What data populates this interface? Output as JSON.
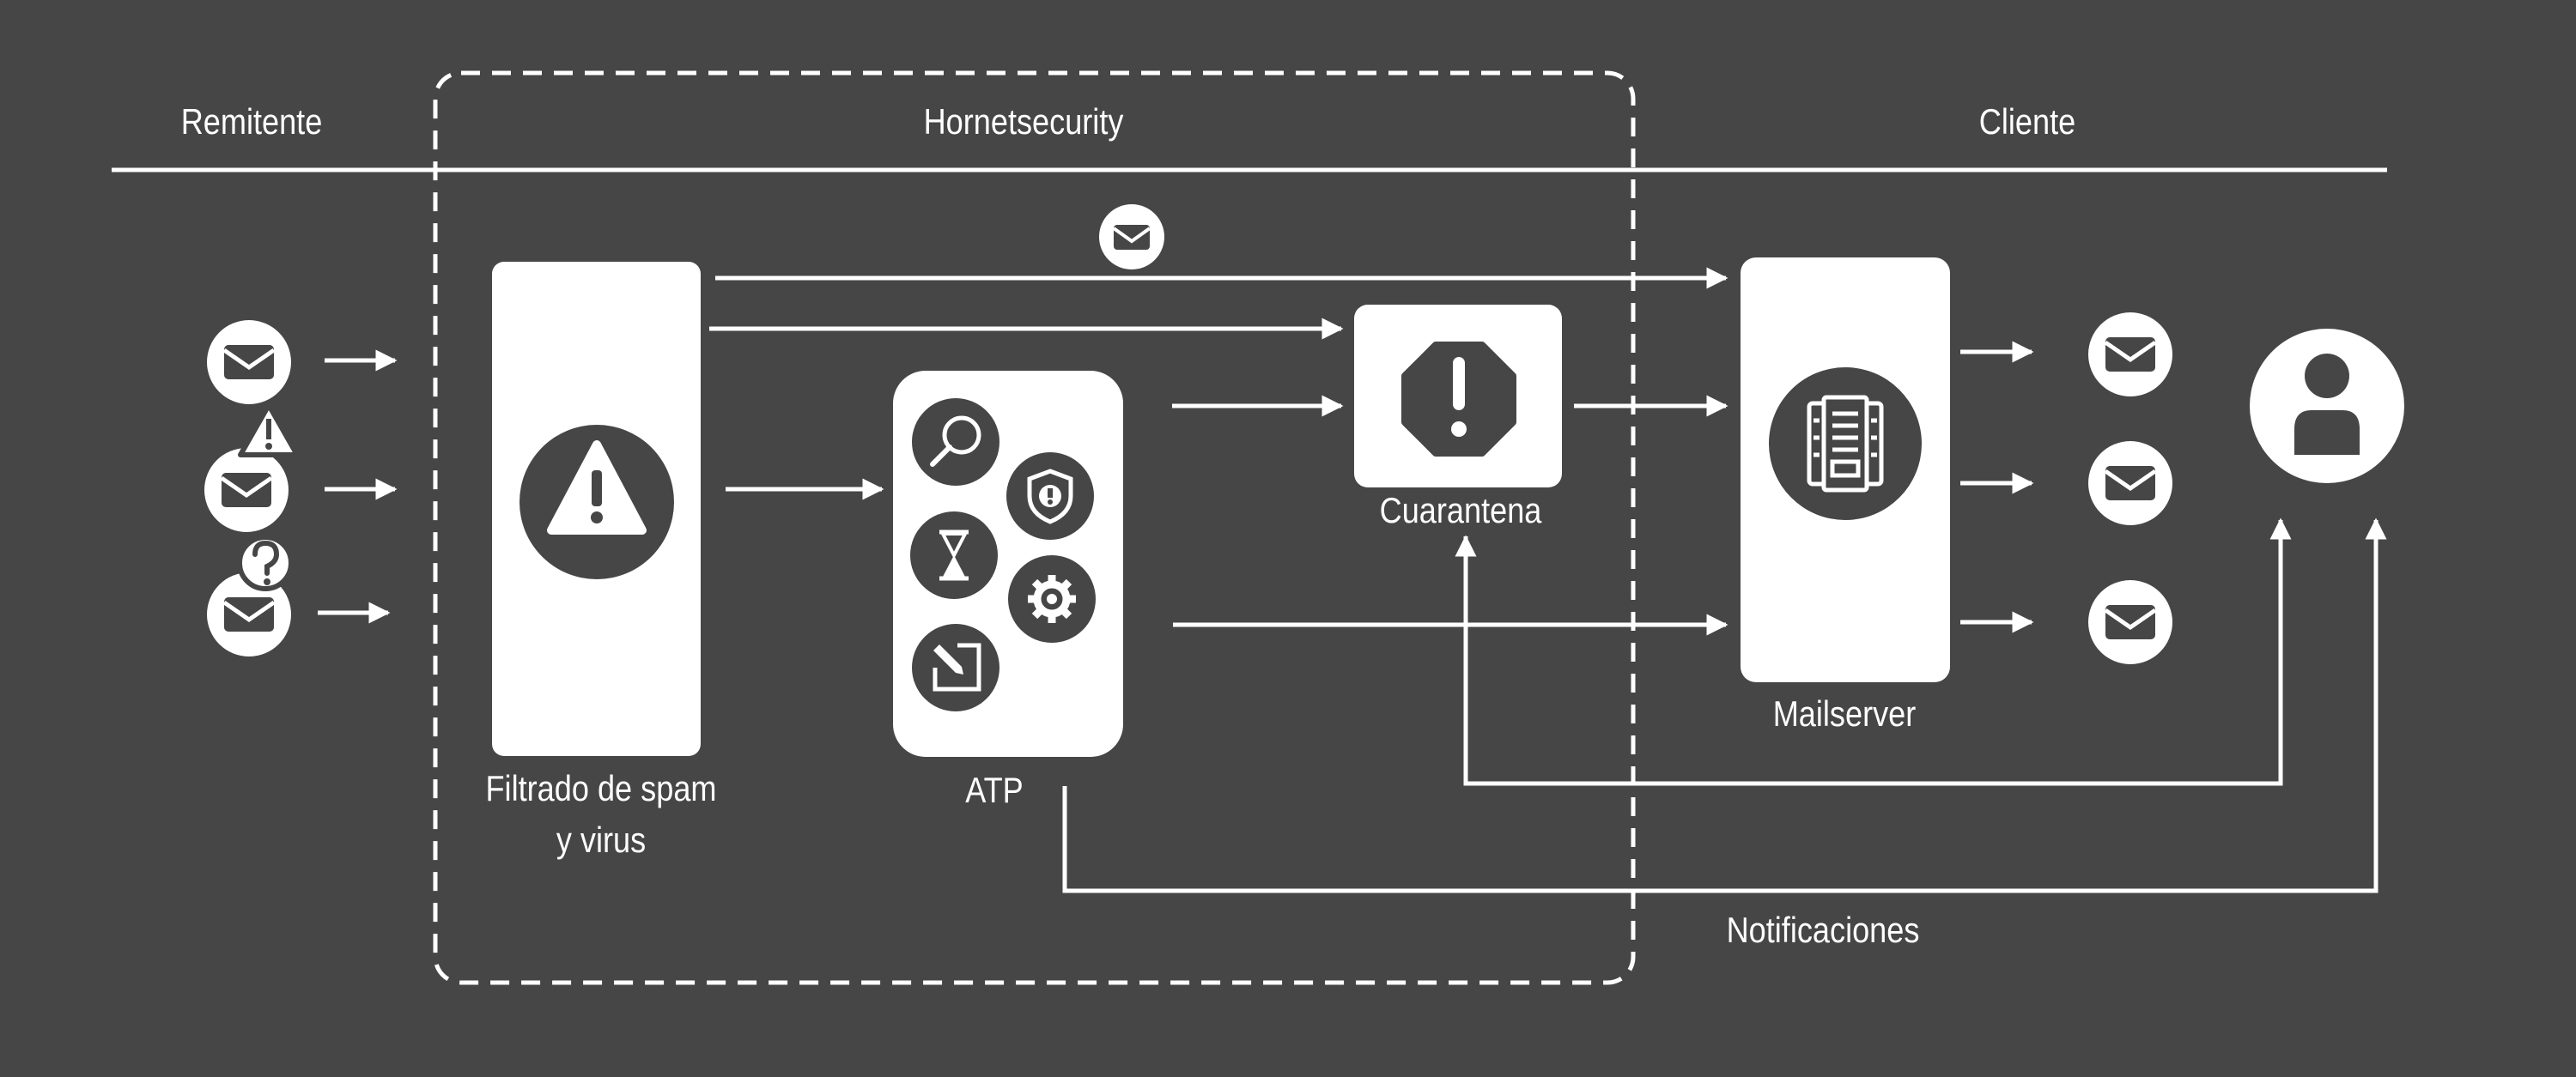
{
  "header": {
    "sender_label": "Remitente",
    "provider_label": "Hornetsecurity",
    "client_label": "Cliente"
  },
  "nodes": {
    "spam_filter_label_line1": "Filtrado de spam",
    "spam_filter_label_line2": "y virus",
    "atp_label": "ATP",
    "quarantine_label": "Cuarantena",
    "mailserver_label": "Mailserver",
    "notifications_label": "Notificaciones"
  },
  "icons": {
    "incoming_mails": [
      "envelope-icon",
      "envelope-warning-icon",
      "envelope-question-icon"
    ],
    "spam_filter": "warning-triangle-icon",
    "atp_tools": [
      "magnifier-icon",
      "shield-alert-icon",
      "hourglass-icon",
      "gear-icon",
      "edit-document-icon"
    ],
    "quarantine": "stop-octagon-alert-icon",
    "mailserver": "server-rack-icon",
    "delivered_mails": [
      "envelope-icon",
      "envelope-icon",
      "envelope-icon"
    ],
    "recipient": "user-avatar-icon",
    "direct_mail": "envelope-icon"
  },
  "colors": {
    "background": "#464646",
    "foreground": "#ffffff",
    "icon_circle": "#464646"
  }
}
